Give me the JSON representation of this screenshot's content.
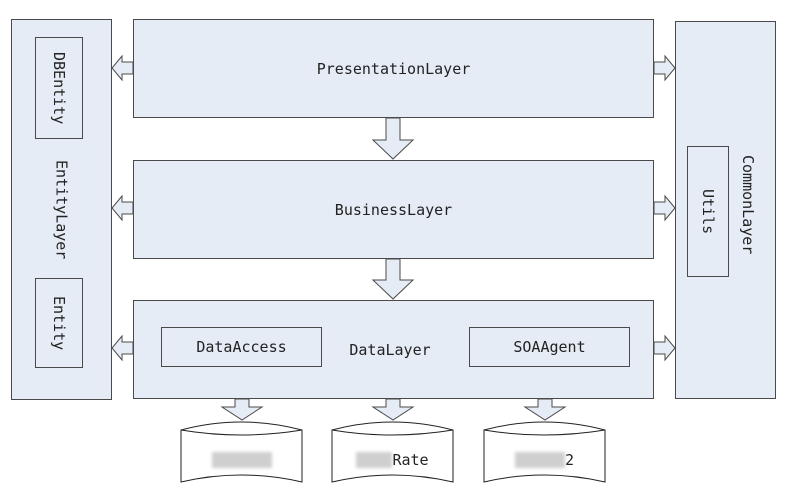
{
  "layers": {
    "presentation": "PresentationLayer",
    "business": "BusinessLayer",
    "data": "DataLayer",
    "entity": "EntityLayer",
    "common": "CommonLayer"
  },
  "components": {
    "db_entity": "DBEntity",
    "entity": "Entity",
    "utils": "Utils",
    "data_access": "DataAccess",
    "soa_agent": "SOAAgent"
  },
  "databases": [
    {
      "label": ""
    },
    {
      "label": "Rate"
    },
    {
      "label": "2"
    }
  ],
  "colors": {
    "fill": "#e6ecf6",
    "stroke": "#4a4a4a"
  }
}
